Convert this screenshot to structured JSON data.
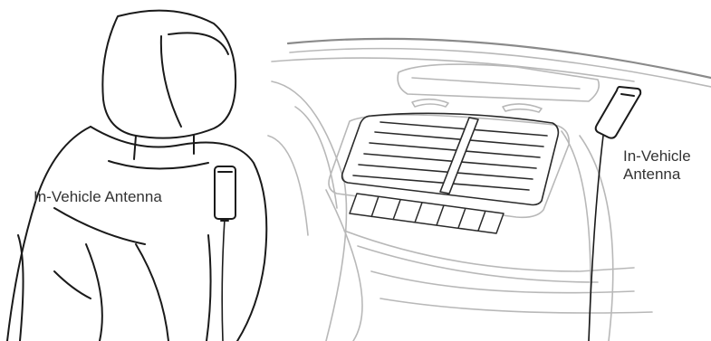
{
  "labels": {
    "seat_antenna": "In-Vehicle Antenna",
    "dash_antenna_line1": "In-Vehicle",
    "dash_antenna_line2": "Antenna"
  },
  "colors": {
    "ink": "#1a1a1a",
    "light_ink": "#b8b8b8",
    "medium_ink": "#8a8a8a",
    "text": "#333333"
  }
}
